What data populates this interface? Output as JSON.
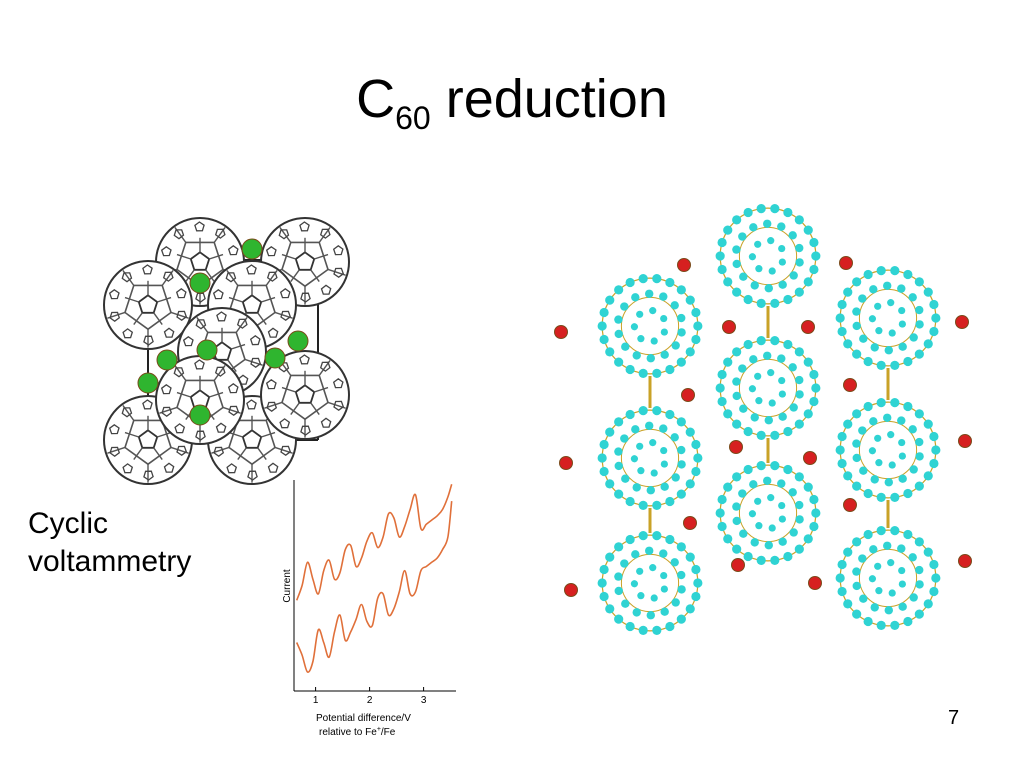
{
  "slide": {
    "title_main": "C",
    "title_sub": "60",
    "title_rest": " reduction",
    "caption_line1": "Cyclic",
    "caption_line2": "voltammetry",
    "page_number": "7"
  },
  "chart_data": {
    "type": "line",
    "xlabel": "Potential difference/V",
    "xlabel2_pre": "relative to Fe",
    "xlabel2_sup": "+",
    "xlabel2_post": "/Fe",
    "ylabel": "Current",
    "xticks": [
      "1",
      "2",
      "3"
    ],
    "xlim": [
      0.6,
      3.6
    ],
    "ylim": [
      0,
      10
    ],
    "series": [
      {
        "x": [
          0.65,
          0.75,
          0.85,
          0.95,
          1.05,
          1.15,
          1.25,
          1.35,
          1.45,
          1.55,
          1.65,
          1.75,
          1.85,
          1.95,
          2.05,
          2.15,
          2.25,
          2.35,
          2.45,
          2.55,
          2.65,
          2.75,
          2.85,
          2.95,
          3.05,
          3.15,
          3.25,
          3.35,
          3.45,
          3.52
        ],
        "y": [
          2.3,
          1.7,
          0.9,
          1.4,
          2.9,
          2.3,
          1.6,
          2.8,
          3.6,
          2.4,
          2.8,
          3.4,
          4.1,
          3.3,
          3.1,
          4.4,
          4.6,
          3.6,
          3.9,
          4.7,
          5.7,
          4.6,
          4.7,
          5.7,
          5.9,
          6.1,
          6.3,
          6.7,
          7.3,
          9.0
        ]
      },
      {
        "x": [
          0.65,
          0.75,
          0.85,
          0.95,
          1.05,
          1.15,
          1.25,
          1.35,
          1.45,
          1.55,
          1.65,
          1.75,
          1.85,
          1.95,
          2.05,
          2.15,
          2.25,
          2.35,
          2.45,
          2.55,
          2.65,
          2.75,
          2.85,
          2.95,
          3.05,
          3.15,
          3.25,
          3.35,
          3.45,
          3.52
        ],
        "y": [
          4.3,
          5.0,
          6.1,
          5.3,
          4.6,
          5.7,
          6.2,
          5.3,
          5.6,
          6.7,
          6.9,
          5.9,
          6.3,
          7.1,
          7.5,
          6.8,
          7.3,
          8.4,
          8.2,
          7.3,
          7.8,
          8.6,
          9.3,
          7.7,
          7.9,
          8.1,
          8.3,
          8.6,
          9.2,
          9.8
        ]
      }
    ],
    "line_color": "#E0703A"
  },
  "images": {
    "left_crystal": {
      "alt": "fcc lattice of C60 molecules with intercalated ions"
    },
    "right_crystal": {
      "alt": "chains of C60 molecules with counter ions"
    },
    "colors": {
      "cage": "#444444",
      "ion_green": "#2fb52f",
      "ion_red": "#d62020",
      "atom_cyan": "#2fd3d3",
      "bond_gold": "#c9a227"
    }
  }
}
